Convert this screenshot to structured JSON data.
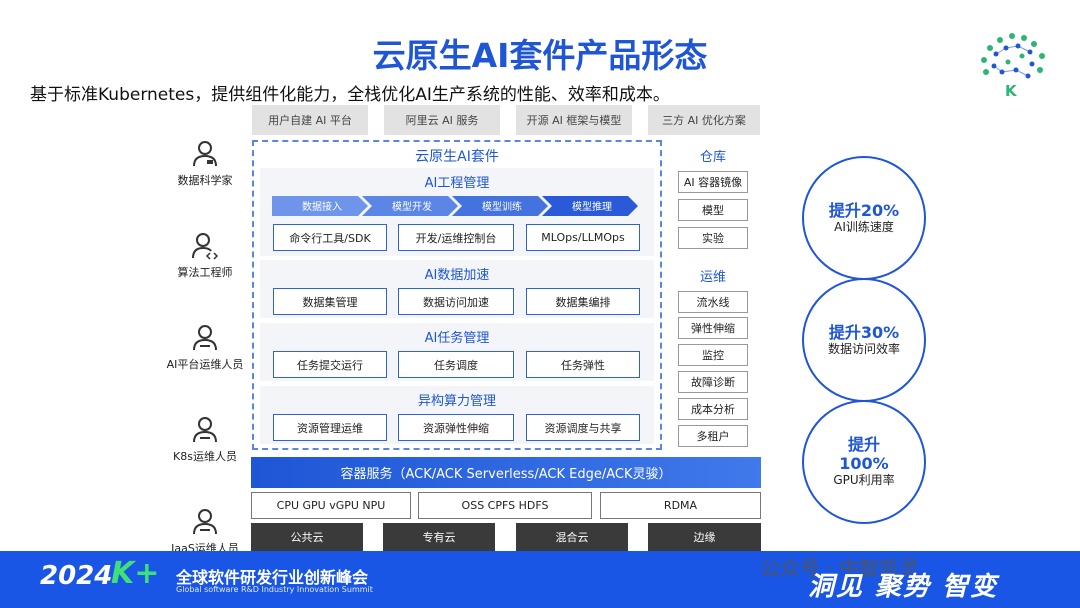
{
  "title": "云原生AI套件产品形态",
  "subtitle": "基于标准Kubernetes，提供组件化能力，全栈优化AI生产系统的性能、效率和成本。",
  "colors": {
    "primary": "#1e56d6",
    "footer": "#1a56e6",
    "accent_green": "#3ee07a",
    "dark_cloud": "#3a3a3a"
  },
  "logo": {
    "letter": "K"
  },
  "roles": [
    "数据科学家",
    "算法工程师",
    "AI平台运维人员",
    "K8s运维人员",
    "IaaS运维人员"
  ],
  "top_boxes": [
    "用户自建 AI 平台",
    "阿里云 AI 服务",
    "开源 AI 框架与模型",
    "三方 AI 优化方案"
  ],
  "suite": {
    "title": "云原生AI套件",
    "engineering": {
      "title": "AI工程管理",
      "flow": [
        "数据接入",
        "模型开发",
        "模型训练",
        "模型推理"
      ],
      "boxes": [
        "命令行工具/SDK",
        "开发/运维控制台",
        "MLOps/LLMOps"
      ]
    },
    "data_accel": {
      "title": "AI数据加速",
      "boxes": [
        "数据集管理",
        "数据访问加速",
        "数据集编排"
      ]
    },
    "task_mgmt": {
      "title": "AI任务管理",
      "boxes": [
        "任务提交运行",
        "任务调度",
        "任务弹性"
      ]
    },
    "hetero": {
      "title": "异构算力管理",
      "boxes": [
        "资源管理运维",
        "资源弹性伸缩",
        "资源调度与共享"
      ]
    }
  },
  "repo": {
    "title": "仓库",
    "items": [
      "AI 容器镜像",
      "模型",
      "实验"
    ]
  },
  "ops": {
    "title": "运维",
    "items": [
      "流水线",
      "弹性伸缩",
      "监控",
      "故障诊断",
      "成本分析",
      "多租户"
    ]
  },
  "metrics": [
    {
      "big": "提升20%",
      "small": "AI训练速度"
    },
    {
      "big": "提升30%",
      "small": "数据访问效率"
    },
    {
      "big": "提升",
      "big2": "100%",
      "small": "GPU利用率"
    }
  ],
  "container_service": "容器服务（ACK/ACK Serverless/ACK Edge/ACK灵骏）",
  "hardware": [
    "CPU GPU vGPU NPU",
    "OSS CPFS HDFS",
    "RDMA"
  ],
  "clouds": [
    "公共云",
    "专有云",
    "混合云",
    "边缘"
  ],
  "footer": {
    "year": "2024",
    "k": "K+",
    "name_cn": "全球软件研发行业创新峰会",
    "name_en": "Global software R&D Industry Innovation Summit",
    "watermark": "公众号 · 中智凯灵",
    "slogan": "洞见 聚势 智变"
  }
}
